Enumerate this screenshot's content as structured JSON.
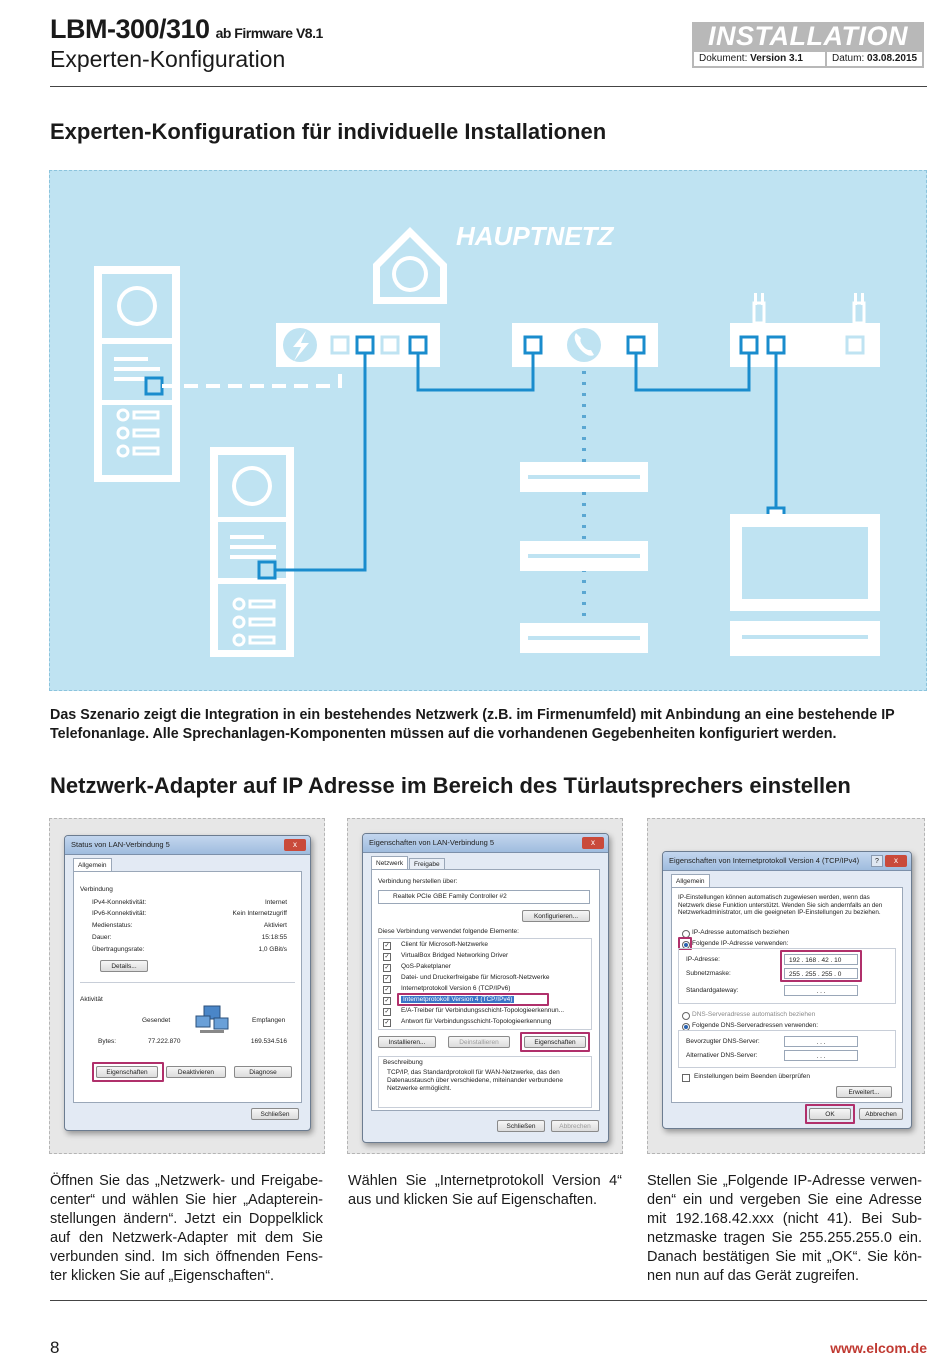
{
  "header": {
    "model": "LBM-300/310",
    "firmware": "ab Firmware V8.1",
    "subtitle": "Experten-Konfiguration",
    "badge": {
      "title": "INSTALLATION",
      "doc_label": "Dokument:",
      "doc_value": "Version 3.1",
      "date_label": "Datum:",
      "date_value": "03.08.2015"
    }
  },
  "section1": {
    "title": "Experten-Konfiguration für individuelle Installationen",
    "diagram_label": "HAUPTNETZ",
    "caption": "Das Szenario zeigt die Integration in ein bestehendes Netzwerk (z.B. im Firmenumfeld) mit Anbindung an eine bestehende IP Telefonanlage. Alle Sprechanlagen-Komponenten müssen auf die vorhandenen Gegebenheiten konfiguriert werden."
  },
  "section2": {
    "title": "Netzwerk-Adapter auf IP Adresse im Bereich des Türlautsprechers einstellen"
  },
  "panel1": {
    "window_title": "Status von LAN-Verbindung 5",
    "tab": "Allgemein",
    "group_verbindung": "Verbindung",
    "rows": [
      {
        "label": "IPv4-Konnektivität:",
        "value": "Internet"
      },
      {
        "label": "IPv6-Konnektivität:",
        "value": "Kein Internetzugriff"
      },
      {
        "label": "Medienstatus:",
        "value": "Aktiviert"
      },
      {
        "label": "Dauer:",
        "value": "15:18:55"
      },
      {
        "label": "Übertragungsrate:",
        "value": "1,0 GBit/s"
      }
    ],
    "details_button": "Details...",
    "group_aktivitaet": "Aktivität",
    "sent_label": "Gesendet",
    "received_label": "Empfangen",
    "bytes_label": "Bytes:",
    "bytes_sent": "77.222.870",
    "bytes_received": "169.534.516",
    "btn_properties": "Eigenschaften",
    "btn_deactivate": "Deaktivieren",
    "btn_diagnose": "Diagnose",
    "btn_close": "Schließen",
    "close_x": "x"
  },
  "panel2": {
    "window_title": "Eigenschaften von LAN-Verbindung 5",
    "tab_net": "Netzwerk",
    "tab_share": "Freigabe",
    "connect_label": "Verbindung herstellen über:",
    "adapter": "Realtek PCIe GBE Family Controller #2",
    "btn_configure": "Konfigurieren...",
    "elements_label": "Diese Verbindung verwendet folgende Elemente:",
    "items": [
      "Client für Microsoft-Netzwerke",
      "VirtualBox Bridged Networking Driver",
      "QoS-Paketplaner",
      "Datei- und Druckerfreigabe für Microsoft-Netzwerke",
      "Internetprotokoll Version 6 (TCP/IPv6)",
      "Internetprotokoll Version 4 (TCP/IPv4)",
      "E/A-Treiber für Verbindungsschicht-Topologieerkennun...",
      "Antwort für Verbindungsschicht-Topologieerkennung"
    ],
    "btn_install": "Installieren...",
    "btn_uninstall": "Deinstallieren",
    "btn_properties": "Eigenschaften",
    "desc_label": "Beschreibung",
    "desc_text": "TCP/IP, das Standardprotokoll für WAN-Netzwerke, das den Datenaustausch über verschiedene, miteinander verbundene Netzwerke ermöglicht.",
    "btn_close": "Schließen",
    "btn_cancel": "Abbrechen",
    "close_x": "x"
  },
  "panel3": {
    "window_title": "Eigenschaften von Internetprotokoll Version 4 (TCP/IPv4)",
    "help": "?",
    "close_x": "x",
    "tab": "Allgemein",
    "intro": "IP-Einstellungen können automatisch zugewiesen werden, wenn das Netzwerk diese Funktion unterstützt. Wenden Sie sich andernfalls an den Netzwerkadministrator, um die geeigneten IP-Einstellungen zu beziehen.",
    "radio_auto_ip": "IP-Adresse automatisch beziehen",
    "radio_manual_ip": "Folgende IP-Adresse verwenden:",
    "ip_label": "IP-Adresse:",
    "ip_value": "192 . 168 . 42 . 10",
    "mask_label": "Subnetzmaske:",
    "mask_value": "255 . 255 . 255 . 0",
    "gateway_label": "Standardgateway:",
    "gateway_value": ". . .",
    "radio_auto_dns": "DNS-Serveradresse automatisch beziehen",
    "radio_manual_dns": "Folgende DNS-Serveradressen verwenden:",
    "dns1_label": "Bevorzugter DNS-Server:",
    "dns1_value": ". . .",
    "dns2_label": "Alternativer DNS-Server:",
    "dns2_value": ". . .",
    "check_validate": "Einstellungen beim Beenden überprüfen",
    "btn_advanced": "Erweitert...",
    "btn_ok": "OK",
    "btn_cancel": "Abbrechen"
  },
  "columns": [
    "Öffnen Sie das „Netzwerk- und Freigabe­center“ und wählen Sie hier „Adapterein­stellungen ändern“. Jetzt ein Doppelklick auf den Netzwerk-Adapter mit dem Sie verbunden sind. Im sich öffnenden Fens­ter klicken Sie auf „Eigenschaften“.",
    "Wählen Sie „Internetprotokoll Version 4“ aus und klicken Sie auf Eigenschaften.",
    "Stellen Sie „Folgende IP-Adresse verwen­den“ ein und vergeben Sie eine Adresse mit 192.168.42.xxx (nicht 41). Bei Sub­netzmaske tragen Sie 255.255.255.0 ein. Danach bestätigen Sie mit „OK“. Sie kön­nen nun auf das Gerät zugreifen."
  ],
  "footer": {
    "page": "8",
    "website": "www.elcom.de"
  },
  "colors": {
    "diagram_bg": "#bfe3f2",
    "diagram_line": "#1a8ccd",
    "diagram_white": "#ffffff",
    "highlight": "#b0306b",
    "website": "#c03a32"
  }
}
